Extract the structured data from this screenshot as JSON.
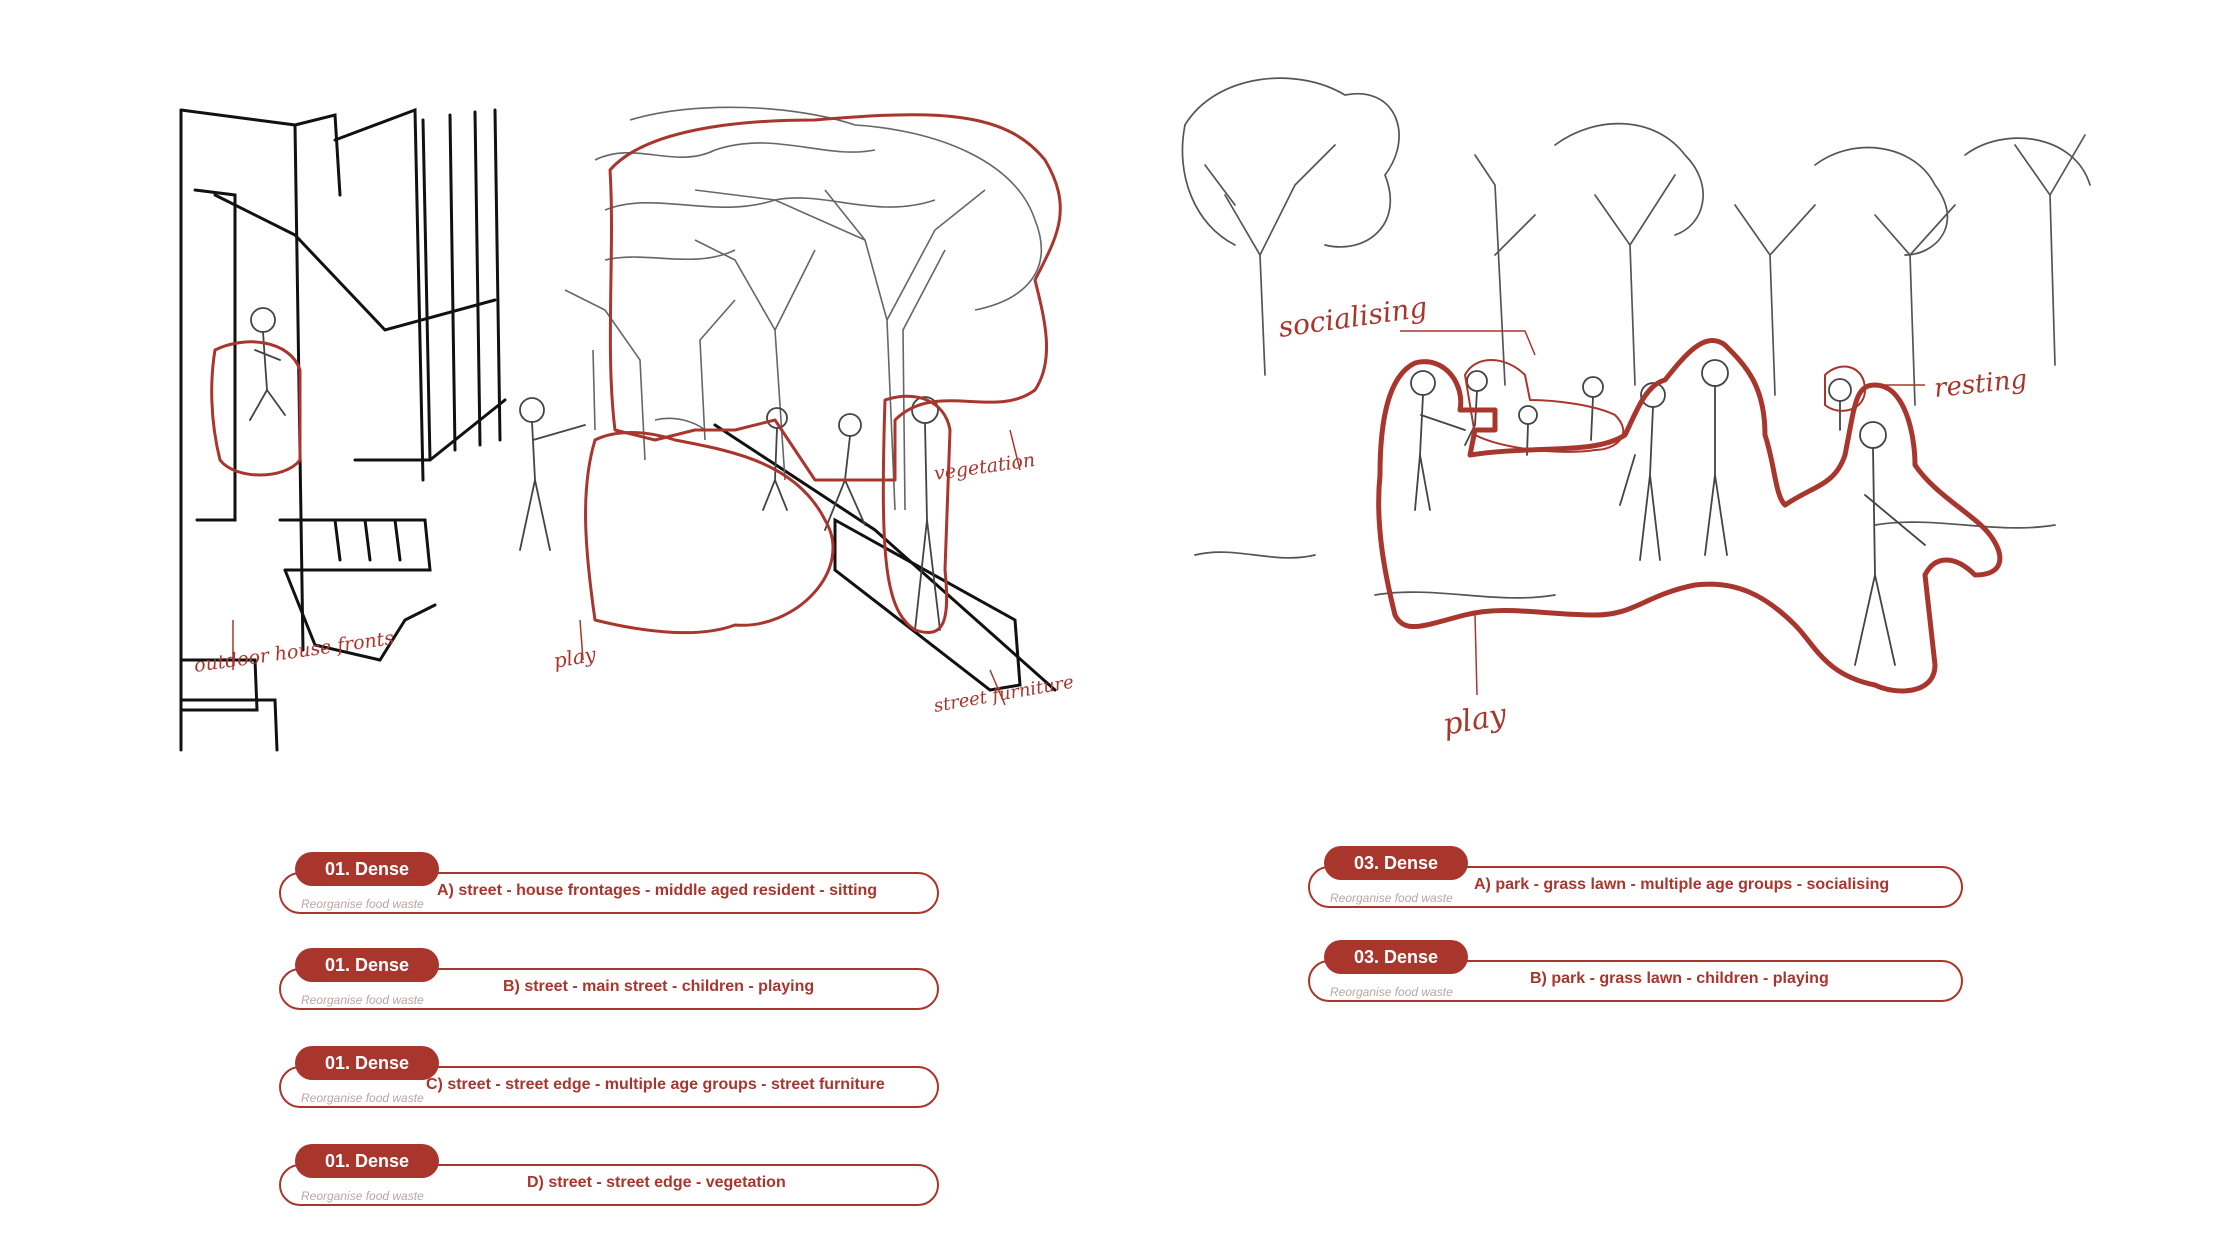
{
  "left_sketch": {
    "annotations": {
      "frontages": "outdoor house fronts",
      "play": "play",
      "vegetation": "vegetation",
      "furniture": "street furniture"
    }
  },
  "right_sketch": {
    "annotations": {
      "socialising": "socialising",
      "resting": "resting",
      "play": "play"
    }
  },
  "tags_left": [
    {
      "badge": "01. Dense",
      "text": "A) street - house frontages - middle aged resident - sitting",
      "sub": "Reorganise food waste"
    },
    {
      "badge": "01. Dense",
      "text": "B) street - main street - children - playing",
      "sub": "Reorganise food waste"
    },
    {
      "badge": "01. Dense",
      "text": "C) street - street edge - multiple age groups - street furniture",
      "sub": "Reorganise food waste"
    },
    {
      "badge": "01. Dense",
      "text": "D) street - street edge - vegetation",
      "sub": "Reorganise food waste"
    }
  ],
  "tags_right": [
    {
      "badge": "03. Dense",
      "text": "A) park - grass lawn - multiple age groups - socialising",
      "sub": "Reorganise food waste"
    },
    {
      "badge": "03. Dense",
      "text": "B) park - grass lawn - children - playing",
      "sub": "Reorganise food waste"
    }
  ],
  "colors": {
    "accent": "#a8362d",
    "line": "#1a1a1a",
    "muted": "#b9a6a3"
  }
}
